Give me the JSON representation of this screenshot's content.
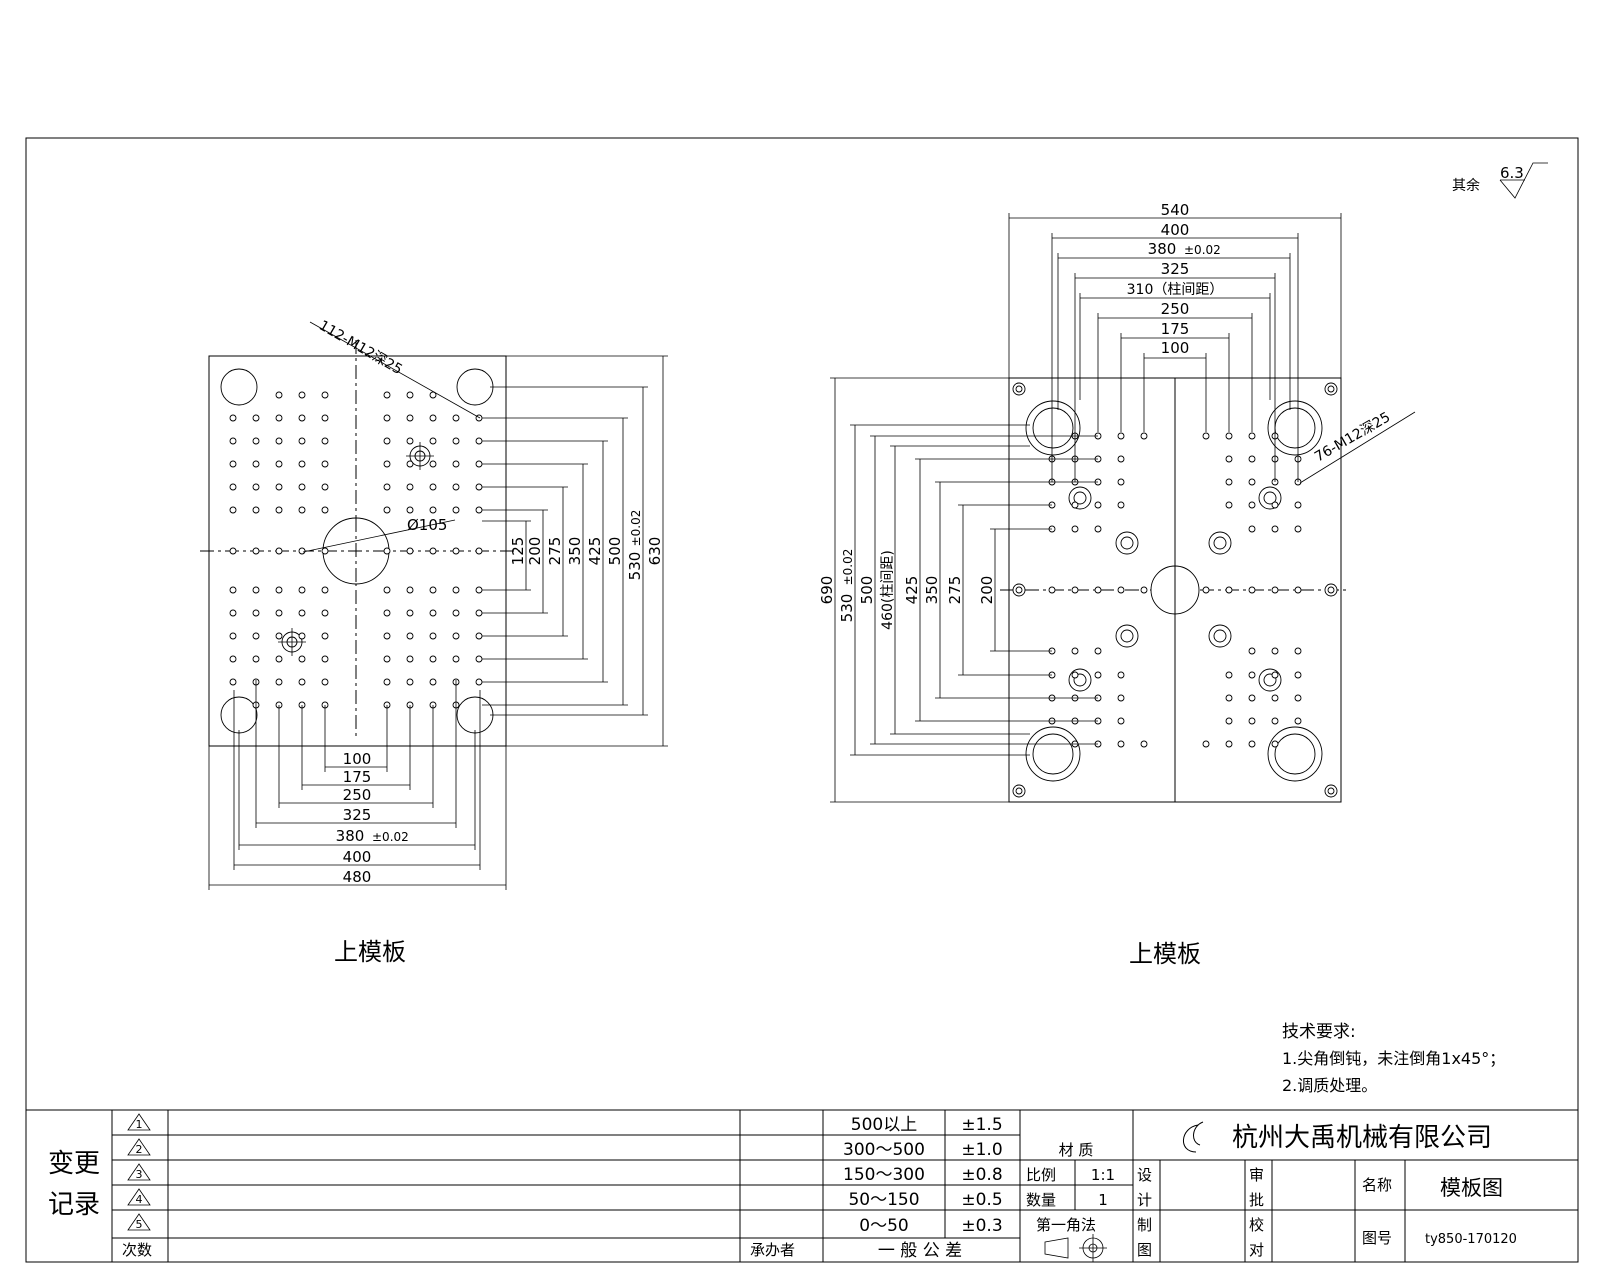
{
  "surface_finish": {
    "label": "其余",
    "value": "6.3"
  },
  "left_plate": {
    "caption": "上模板",
    "hole_note": "112-M12深25",
    "center_note": "Ø105",
    "bottom_dims": [
      "100",
      "175",
      "250",
      "325",
      "380",
      "±0.02",
      "400",
      "480"
    ],
    "right_dims": [
      "125",
      "200",
      "275",
      "350",
      "425",
      "500",
      "530",
      "±0.02",
      "630"
    ]
  },
  "right_plate": {
    "caption": "上模板",
    "hole_note": "76-M12深25",
    "top_dims": [
      "540",
      "400",
      "380",
      "±0.02",
      "325",
      "310（柱间距）",
      "250",
      "175",
      "100"
    ],
    "left_dims": [
      "690",
      "530",
      "±0.02",
      "500",
      "460(柱间距)",
      "425",
      "350",
      "275",
      "200"
    ]
  },
  "tech_requirements": {
    "title": "技术要求:",
    "items": [
      "1.尖角倒钝，未注倒角1x45°；",
      "2.调质处理。"
    ]
  },
  "title_block": {
    "change_record": [
      "变更",
      "记录"
    ],
    "revisions": [
      "1",
      "2",
      "3",
      "4",
      "5"
    ],
    "times_label": "次数",
    "handler_label": "承办者",
    "tolerance_rows": [
      {
        "range": "500以上",
        "tol": "±1.5"
      },
      {
        "range": "300～500",
        "tol": "±1.0"
      },
      {
        "range": "150～300",
        "tol": "±0.8"
      },
      {
        "range": "50～150",
        "tol": "±0.5"
      },
      {
        "range": "0～50",
        "tol": "±0.3"
      }
    ],
    "general_tolerance": "一 般 公 差",
    "material_label": "材 质",
    "scale_label": "比例",
    "scale_value": "1:1",
    "qty_label": "数量",
    "qty_value": "1",
    "projection_label": "第一角法",
    "design_label": [
      "设",
      "计"
    ],
    "draw_label": [
      "制",
      "图"
    ],
    "review_label": [
      "审",
      "批"
    ],
    "check_label": [
      "校",
      "对"
    ],
    "company": "杭州大禹机械有限公司",
    "name_label": "名称",
    "name_value": "模板图",
    "drawing_no_label": "图号",
    "drawing_no_value": "ty850-170120"
  }
}
